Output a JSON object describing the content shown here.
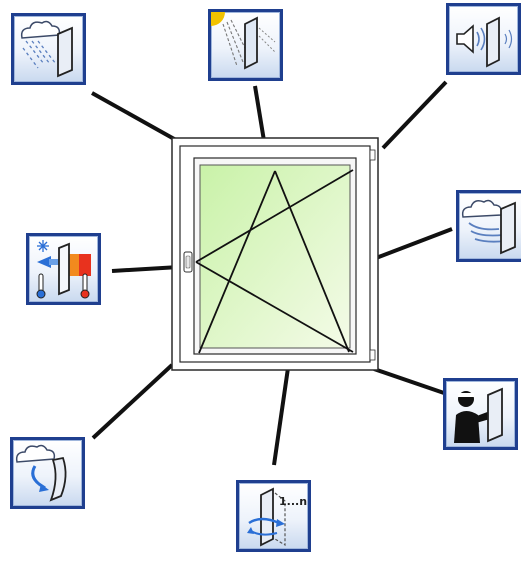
{
  "diagram": {
    "title": "",
    "window": {
      "opening_type": "tilt-and-turn",
      "handle_side": "left",
      "glass_colors": [
        "#c9f2a8",
        "#f4fbe8"
      ],
      "frame_color": "#ffffff",
      "outline_color": "#2a2a2a"
    },
    "properties": [
      {
        "id": "rain-tightness",
        "icon": "rain-cloud-window-icon",
        "caption": ""
      },
      {
        "id": "solar-heat-protection",
        "icon": "sun-window-icon",
        "caption": ""
      },
      {
        "id": "sound-insulation",
        "icon": "speaker-window-icon",
        "caption": ""
      },
      {
        "id": "thermal-insulation",
        "icon": "thermometer-window-icon",
        "caption": ""
      },
      {
        "id": "air-permeability",
        "icon": "wind-cloud-window-icon",
        "caption": ""
      },
      {
        "id": "burglar-resistance",
        "icon": "burglar-window-icon",
        "caption": ""
      },
      {
        "id": "wind-load-resistance",
        "icon": "storm-bent-window-icon",
        "caption": ""
      },
      {
        "id": "operating-durability",
        "icon": "cycles-window-icon",
        "caption": ""
      }
    ],
    "labels": {
      "cycles_symbol": "1...n"
    },
    "colors": {
      "tile_border": "#1f3f8f",
      "leader_line": "#111111",
      "rain": "#5a7fbf",
      "sun": "#f2c200",
      "cold": "#2a6fd6",
      "heat": "#e8321e"
    }
  }
}
